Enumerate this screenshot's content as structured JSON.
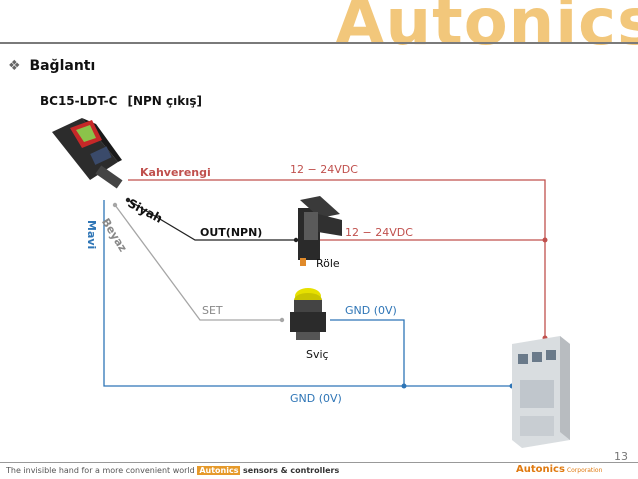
{
  "header": {
    "brand": "Autonics",
    "section_title": "Bağlantı",
    "bullet": "❖"
  },
  "diagram": {
    "model_name": "BC15-LDT-C",
    "model_output": "[NPN çıkış]",
    "wires": {
      "brown_label": "Kahverengi",
      "black_label": "Siyah",
      "white_label": "Beyaz",
      "blue_label": "Mavi",
      "supply_voltage_top": "12 − 24VDC",
      "supply_voltage_relay": "12 − 24VDC",
      "out_label": "OUT(NPN)",
      "set_label": "SET",
      "gnd_switch": "GND (0V)",
      "gnd_bottom": "GND (0V)"
    },
    "devices": {
      "relay_label": "Röle",
      "switch_label": "Sviç"
    },
    "colors": {
      "brown": "#c0504d",
      "blue": "#2e75b6",
      "white": "#a6a6a6",
      "black": "#222222"
    }
  },
  "footer": {
    "slogan_start": "The invisible hand for a more convenient world",
    "slogan_tag": "Autonics",
    "slogan_end": "sensors & controllers",
    "brand": "Autonics",
    "brand_suffix": "Corporation",
    "page_number": "13"
  }
}
